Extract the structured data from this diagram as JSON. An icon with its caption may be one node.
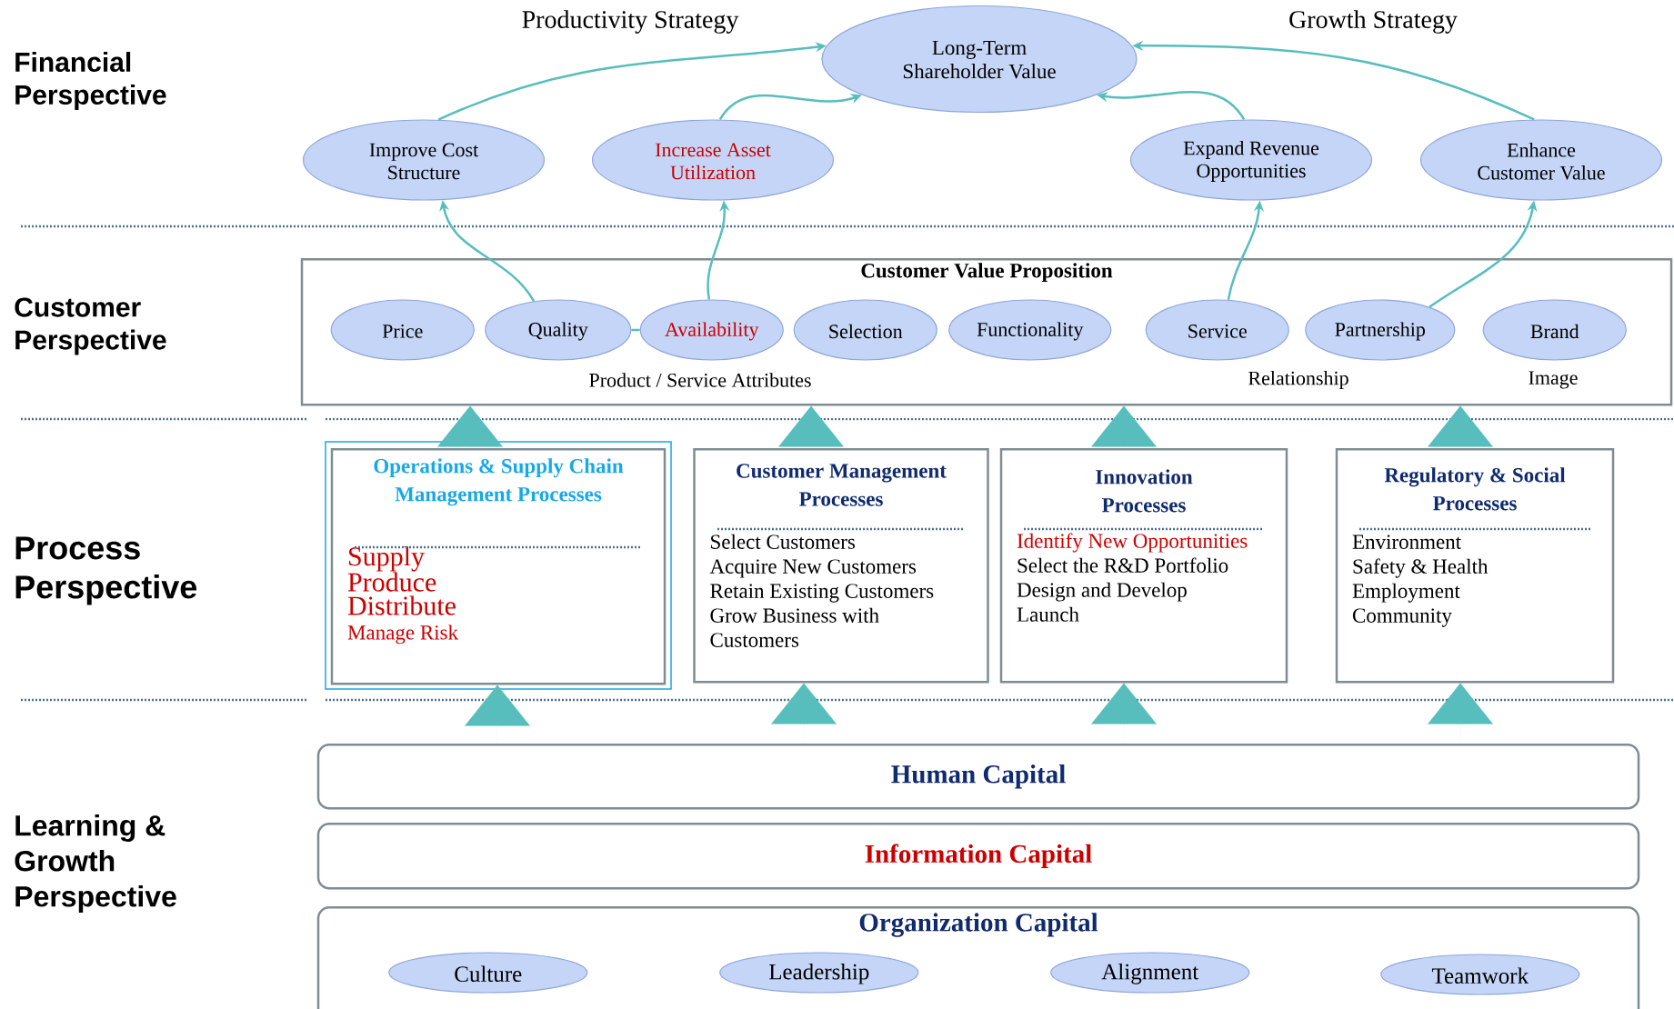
{
  "diagram": {
    "nodes": [
      {
        "text": [
          "Long-Term Shareholder Value"
        ]
      },
      {
        "text": [
          "Improve Cost Structure"
        ]
      },
      {
        "text": [
          "Increase Asset Utilization"
        ]
      },
      {
        "text": [
          "Expand Revenue Opportunities"
        ]
      },
      {
        "text": [
          "Enhance Customer Value"
        ]
      },
      {
        "text": [
          "Customer Value Proposition"
        ]
      },
      {
        "text": [
          "Price"
        ],
        "in": 5
      },
      {
        "text": [
          "Quality"
        ],
        "in": 5
      },
      {
        "text": [
          "Availability"
        ],
        "in": 5
      },
      {
        "text": [
          "Selection"
        ],
        "in": 5
      },
      {
        "text": [
          "Functionality"
        ],
        "in": 5
      },
      {
        "text": [
          "Service"
        ],
        "in": 5
      },
      {
        "text": [
          "Partnership"
        ],
        "in": 5
      },
      {
        "text": [
          "Brand"
        ],
        "in": 5
      },
      {
        "text": [
          "Operations & Supply Chain Management Processes",
          "Supply",
          "Produce",
          "Distribute",
          "Manage Risk"
        ]
      },
      {
        "text": [
          "Customer Management Processes",
          "Select Customers",
          "Acquire New Customers",
          "Retain Existing Customers",
          "Grow Business with Customers"
        ]
      },
      {
        "text": [
          "Innovation Processes",
          "Identify New Opportunities",
          "Select the R&D Portfolio",
          "Design and Develop",
          "Launch"
        ]
      },
      {
        "text": [
          "Regulatory & Social Processes",
          "Environment",
          "Safety & Health",
          "Employment",
          "Community"
        ]
      },
      {
        "text": [
          "Human Capital"
        ]
      },
      {
        "text": [
          "Information Capital"
        ]
      },
      {
        "text": [
          "Organization Capital"
        ]
      },
      {
        "text": [
          "Culture"
        ],
        "in": 20
      },
      {
        "text": [
          "Leadership"
        ],
        "in": 20
      },
      {
        "text": [
          "Alignment"
        ],
        "in": 20
      },
      {
        "text": [
          "Teamwork"
        ],
        "in": 20
      }
    ],
    "edges": [
      {
        "from": 1,
        "to": 0,
        "arrow": "to"
      },
      {
        "from": 2,
        "to": 0,
        "arrow": "to"
      },
      {
        "from": 3,
        "to": 0,
        "arrow": "to"
      },
      {
        "from": 4,
        "to": 0,
        "arrow": "to"
      },
      {
        "from": 7,
        "to": 1,
        "arrow": "to"
      },
      {
        "from": 8,
        "to": 2,
        "arrow": "to"
      },
      {
        "from": 7,
        "to": 8,
        "arrow": "none"
      },
      {
        "from": 11,
        "to": 3,
        "arrow": "to"
      },
      {
        "from": 12,
        "to": 4,
        "arrow": "to"
      },
      {
        "from": 14,
        "to": 5,
        "arrow": "to"
      },
      {
        "from": 15,
        "to": 5,
        "arrow": "to"
      },
      {
        "from": 16,
        "to": 5,
        "arrow": "to"
      },
      {
        "from": 17,
        "to": 5,
        "arrow": "to"
      },
      {
        "from": 18,
        "to": 14,
        "arrow": "to"
      },
      {
        "from": 18,
        "to": 15,
        "arrow": "to"
      },
      {
        "from": 18,
        "to": 16,
        "arrow": "to"
      },
      {
        "from": 18,
        "to": 17,
        "arrow": "to"
      }
    ],
    "labels": [
      "Financial Perspective",
      "Productivity Strategy",
      "Growth Strategy",
      "Customer Perspective",
      "Product / Service Attributes",
      "Relationship",
      "Image",
      "Process Perspective",
      "Learning & Growth Perspective"
    ]
  }
}
